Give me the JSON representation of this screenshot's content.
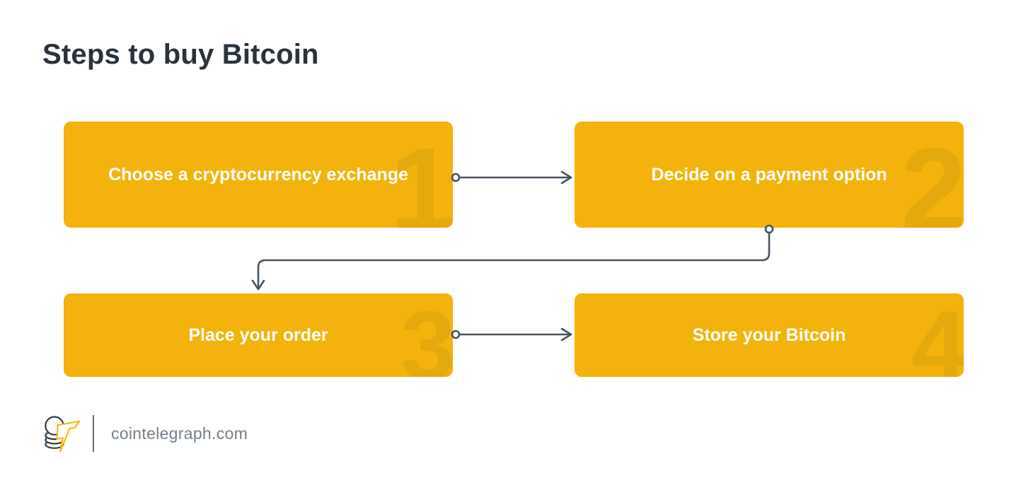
{
  "title": "Steps to buy Bitcoin",
  "steps": [
    {
      "number": "1",
      "label": "Choose a cryptocurrency exchange"
    },
    {
      "number": "2",
      "label": "Decide on a payment option"
    },
    {
      "number": "3",
      "label": "Place your order"
    },
    {
      "number": "4",
      "label": "Store your Bitcoin"
    }
  ],
  "connectors": [
    {
      "from": "step-1",
      "to": "step-2",
      "style": "straight-right"
    },
    {
      "from": "step-2",
      "to": "step-3",
      "style": "down-left-down"
    },
    {
      "from": "step-3",
      "to": "step-4",
      "style": "straight-right"
    }
  ],
  "footer": {
    "logo": "cointelegraph-coin-bolt-logo",
    "site": "cointelegraph.com"
  },
  "theme": {
    "box-bg": "#F4B30C",
    "box-number": "#E4A90D",
    "box-text": "#FFFFFF",
    "title-color": "#2A333C",
    "connector-color": "#48545F",
    "footer-text": "#75808A",
    "divider-color": "#5E6A74",
    "logo-dark": "#2E3B46",
    "logo-yellow": "#F5B90F",
    "background": "#FFFFFF"
  }
}
